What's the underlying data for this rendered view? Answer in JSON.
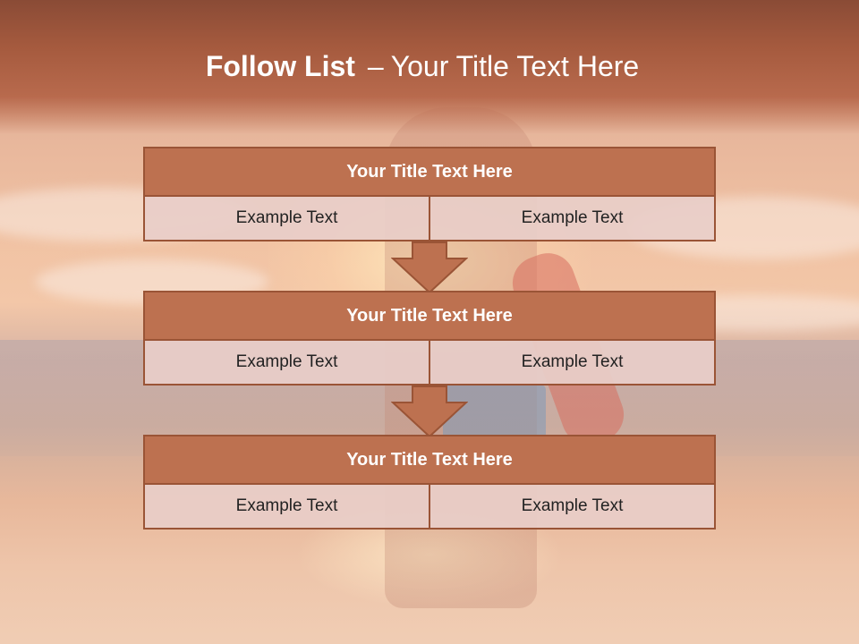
{
  "slide": {
    "title_bold": "Follow List",
    "title_separator": "–",
    "title_rest": "Your Title Text Here"
  },
  "blocks": [
    {
      "title": "Your Title Text Here",
      "left": "Example Text",
      "right": "Example Text"
    },
    {
      "title": "Your Title Text Here",
      "left": "Example Text",
      "right": "Example Text"
    },
    {
      "title": "Your Title Text Here",
      "left": "Example Text",
      "right": "Example Text"
    }
  ],
  "colors": {
    "header": "#a55a3e",
    "block_title_fill": "#bd7150",
    "border": "#9a5436",
    "cell_fill": "#e8cdc8"
  }
}
